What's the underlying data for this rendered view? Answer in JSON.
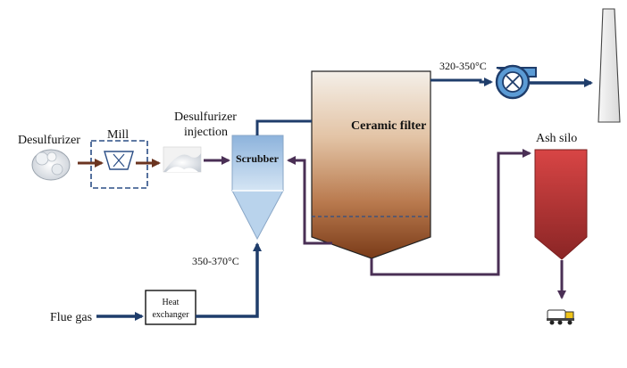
{
  "labels": {
    "desulfurizer": "Desulfurizer",
    "mill": "Mill",
    "injection_line1": "Desulfurizer",
    "injection_line2": "injection",
    "scrubber": "Scrubber",
    "ceramic_filter": "Ceramic filter",
    "temp_outlet": "320-350°C",
    "temp_inlet": "350-370°C",
    "ash_silo": "Ash silo",
    "flue_gas": "Flue gas",
    "hx_line1": "Heat",
    "hx_line2": "exchanger"
  },
  "colors": {
    "gas_flow": "#1f3d6b",
    "ash_flow": "#4a2f55",
    "solid_feed": "#6b3420",
    "mill_border": "#2b4e86",
    "fan_fill": "#5b9bd5",
    "silo_top": "#d64040",
    "silo_bottom": "#7a1f1f",
    "filter_top": "#f2ece4",
    "filter_bottom": "#7a3b18"
  },
  "icons": {
    "fan": "induced-draft-fan-icon",
    "stack": "chimney-stack-icon",
    "truck": "ash-truck-icon",
    "mill_symbol": "mill-cross-icon"
  }
}
